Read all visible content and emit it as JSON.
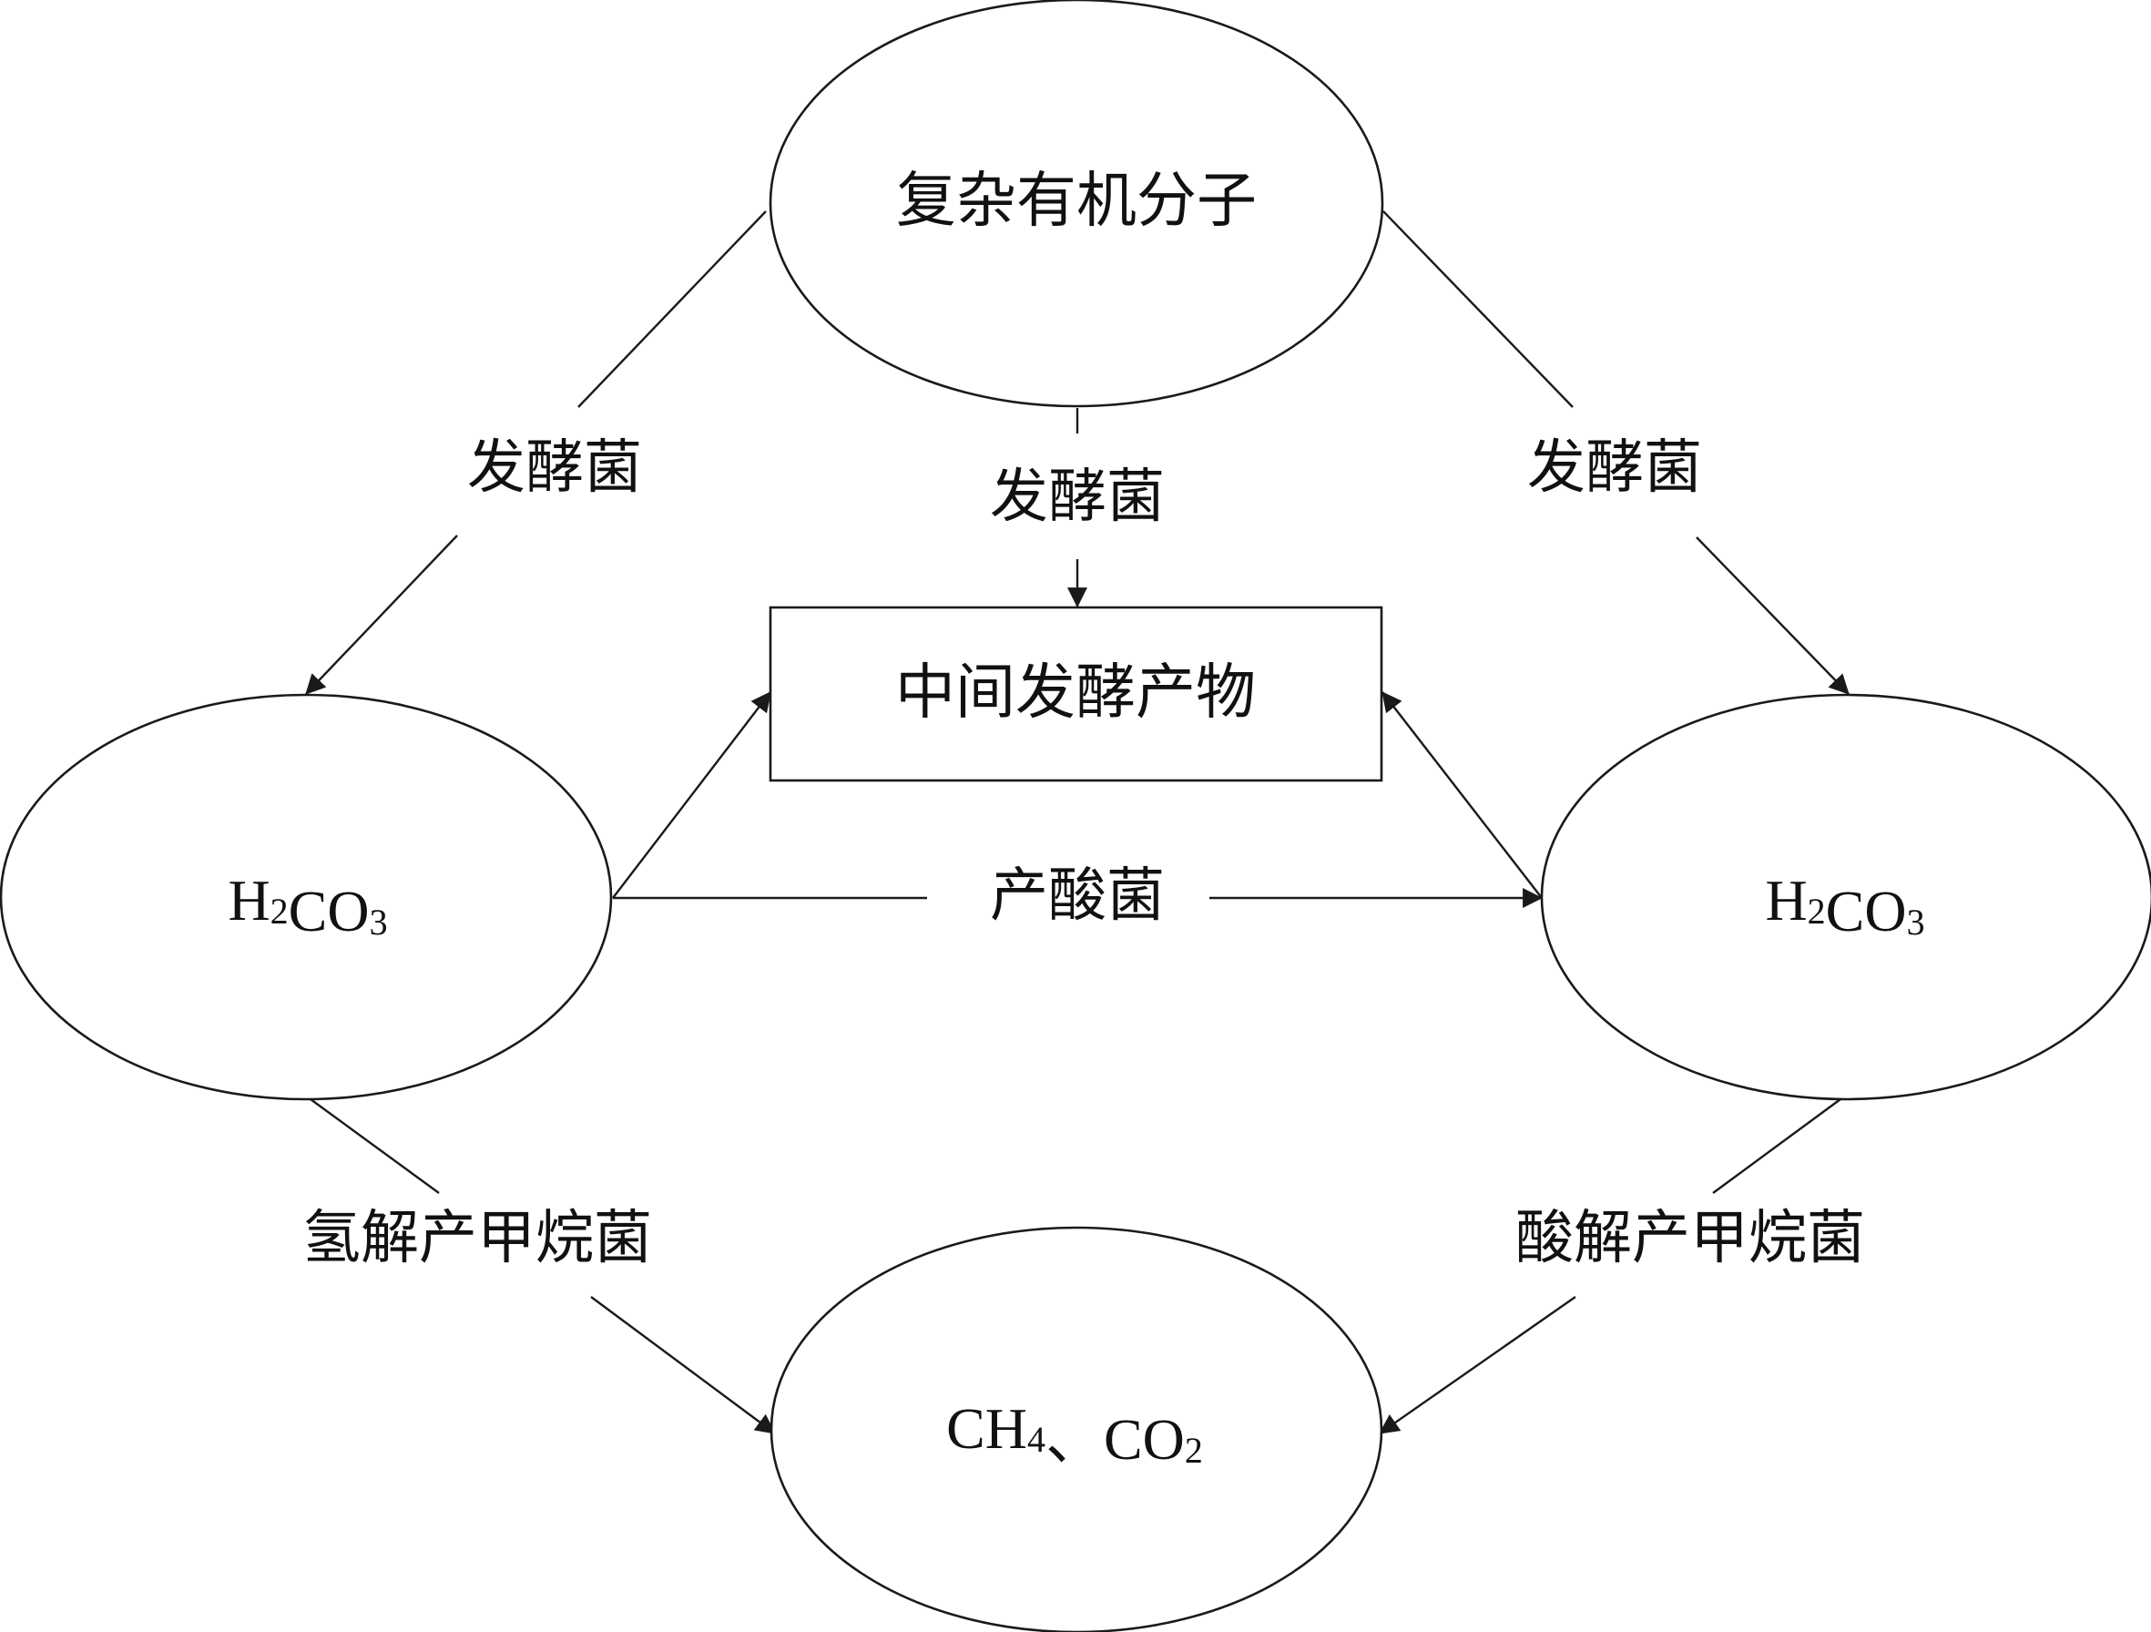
{
  "nodes": {
    "complex_organics": {
      "label": "复杂有机分子"
    },
    "intermediate": {
      "label": "中间发酵产物"
    },
    "left_h2co3": {
      "formula": [
        {
          "t": "H"
        },
        {
          "t": "2",
          "sub": true
        },
        {
          "t": "CO"
        },
        {
          "t": "3",
          "sub": true
        }
      ]
    },
    "right_h2co3": {
      "formula": [
        {
          "t": "H"
        },
        {
          "t": "2",
          "sub": true
        },
        {
          "t": "CO"
        },
        {
          "t": "3",
          "sub": true
        }
      ]
    },
    "products": {
      "formula": [
        {
          "t": "CH"
        },
        {
          "t": "4",
          "sub": true
        },
        {
          "t": "、CO"
        },
        {
          "t": "2",
          "sub": true
        }
      ]
    }
  },
  "edges": {
    "left_ferment": {
      "label": "发酵菌"
    },
    "center_ferment": {
      "label": "发酵菌"
    },
    "right_ferment": {
      "label": "发酵菌"
    },
    "acidogen": {
      "label": "产酸菌"
    },
    "hydrogenotrophic": {
      "label": "氢解产甲烷菌"
    },
    "acetoclastic": {
      "label": "酸解产甲烷菌"
    }
  }
}
